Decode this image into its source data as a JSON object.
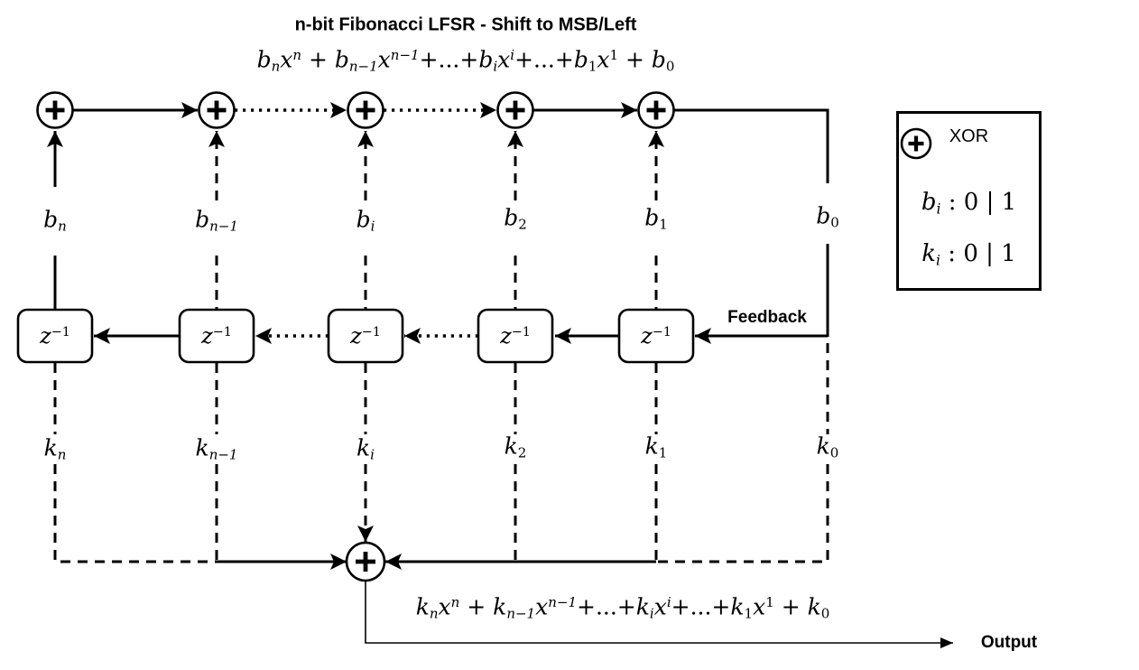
{
  "title": "n-bit Fibonacci LFSR - Shift to MSB/Left",
  "colors": {
    "ink": "#000000",
    "bg": "#ffffff"
  },
  "icons": {
    "xor_gate": "circle-plus",
    "arrowhead": "filled-triangle"
  },
  "xor_symbol": "+",
  "formulas": {
    "taps": [
      {
        "text": "b",
        "i": true
      },
      {
        "text": "n",
        "pos": "sub",
        "i": true
      },
      {
        "text": "x",
        "i": true
      },
      {
        "text": "n",
        "pos": "sup",
        "i": true
      },
      {
        "text": " + "
      },
      {
        "text": "b",
        "i": true
      },
      {
        "text": "n−1",
        "pos": "sub",
        "i": true
      },
      {
        "text": "x",
        "i": true
      },
      {
        "text": "n−1",
        "pos": "sup",
        "i": true
      },
      {
        "text": "+...+"
      },
      {
        "text": "b",
        "i": true
      },
      {
        "text": "i",
        "pos": "sub",
        "i": true
      },
      {
        "text": "x",
        "i": true
      },
      {
        "text": "i",
        "pos": "sup",
        "i": true
      },
      {
        "text": "+...+"
      },
      {
        "text": "b",
        "i": true
      },
      {
        "text": "1",
        "pos": "sub"
      },
      {
        "text": "x",
        "i": true
      },
      {
        "text": "1",
        "pos": "sup"
      },
      {
        "text": " + "
      },
      {
        "text": "b",
        "i": true
      },
      {
        "text": "0",
        "pos": "sub"
      }
    ],
    "key": [
      {
        "text": "k",
        "i": true
      },
      {
        "text": "n",
        "pos": "sub",
        "i": true
      },
      {
        "text": "x",
        "i": true
      },
      {
        "text": "n",
        "pos": "sup",
        "i": true
      },
      {
        "text": " + "
      },
      {
        "text": "k",
        "i": true
      },
      {
        "text": "n−1",
        "pos": "sub",
        "i": true
      },
      {
        "text": "x",
        "i": true
      },
      {
        "text": "n−1",
        "pos": "sup",
        "i": true
      },
      {
        "text": "+...+"
      },
      {
        "text": "k",
        "i": true
      },
      {
        "text": "i",
        "pos": "sub",
        "i": true
      },
      {
        "text": "x",
        "i": true
      },
      {
        "text": "i",
        "pos": "sup",
        "i": true
      },
      {
        "text": "+...+"
      },
      {
        "text": "k",
        "i": true
      },
      {
        "text": "1",
        "pos": "sub"
      },
      {
        "text": "x",
        "i": true
      },
      {
        "text": "1",
        "pos": "sup"
      },
      {
        "text": " + "
      },
      {
        "text": "k",
        "i": true
      },
      {
        "text": "0",
        "pos": "sub"
      }
    ]
  },
  "labels": {
    "feedback": "Feedback",
    "output": "Output"
  },
  "legend": {
    "xor_label": "XOR",
    "b_range": [
      {
        "text": "b",
        "i": true
      },
      {
        "text": "i",
        "pos": "sub",
        "i": true
      },
      {
        "text": " : 0 | 1"
      }
    ],
    "k_range": [
      {
        "text": "k",
        "i": true
      },
      {
        "text": "i",
        "pos": "sub",
        "i": true
      },
      {
        "text": " : 0 | 1"
      }
    ]
  },
  "bit_labels": [
    [
      {
        "text": "b",
        "i": true
      },
      {
        "text": "n",
        "pos": "sub",
        "i": true
      }
    ],
    [
      {
        "text": "b",
        "i": true
      },
      {
        "text": "n−1",
        "pos": "sub",
        "i": true
      }
    ],
    [
      {
        "text": "b",
        "i": true
      },
      {
        "text": "i",
        "pos": "sub",
        "i": true
      }
    ],
    [
      {
        "text": "b",
        "i": true
      },
      {
        "text": "2",
        "pos": "sub"
      }
    ],
    [
      {
        "text": "b",
        "i": true
      },
      {
        "text": "1",
        "pos": "sub"
      }
    ],
    [
      {
        "text": "b",
        "i": true
      },
      {
        "text": "0",
        "pos": "sub"
      }
    ]
  ],
  "key_labels": [
    [
      {
        "text": "k",
        "i": true
      },
      {
        "text": "n",
        "pos": "sub",
        "i": true
      }
    ],
    [
      {
        "text": "k",
        "i": true
      },
      {
        "text": "n−1",
        "pos": "sub",
        "i": true
      }
    ],
    [
      {
        "text": "k",
        "i": true
      },
      {
        "text": "i",
        "pos": "sub",
        "i": true
      }
    ],
    [
      {
        "text": "k",
        "i": true
      },
      {
        "text": "2",
        "pos": "sub"
      }
    ],
    [
      {
        "text": "k",
        "i": true
      },
      {
        "text": "1",
        "pos": "sub"
      }
    ],
    [
      {
        "text": "k",
        "i": true
      },
      {
        "text": "0",
        "pos": "sub"
      }
    ]
  ],
  "delay_label": [
    {
      "text": "z",
      "i": true
    },
    {
      "text": "−1",
      "pos": "sup"
    }
  ]
}
